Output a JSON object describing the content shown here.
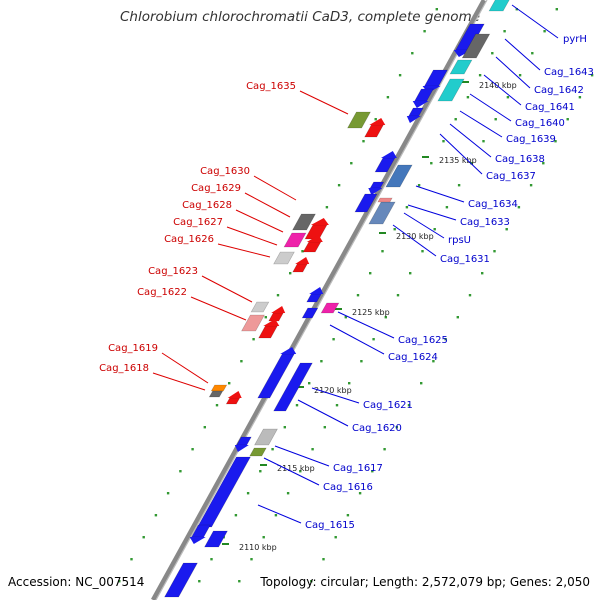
{
  "title": "Chlorobium chlorochromatii CaD3, complete genome",
  "footer": {
    "accession": "Accession: NC_007514",
    "summary": "Topology: circular; Length: 2,572,079 bp; Genes: 2,050"
  },
  "colors": {
    "left_label": "#cc0000",
    "right_label": "#0000cc",
    "leader": "#dd0000",
    "leader_right": "#0000dd",
    "backbone": "#888888",
    "dots": "#339933"
  },
  "ticks": [
    "2110 kbp",
    "2115 kbp",
    "2120 kbp",
    "2125 kbp",
    "2130 kbp",
    "2135 kbp",
    "2140 kbp"
  ],
  "left_labels": [
    "Cag_1635",
    "Cag_1630",
    "Cag_1629",
    "Cag_1628",
    "Cag_1627",
    "Cag_1626",
    "Cag_1623",
    "Cag_1622",
    "Cag_1619",
    "Cag_1618"
  ],
  "right_labels": [
    "pyrH",
    "Cag_1643",
    "Cag_1642",
    "Cag_1641",
    "Cag_1640",
    "Cag_1639",
    "Cag_1638",
    "Cag_1637",
    "Cag_1634",
    "Cag_1633",
    "rpsU",
    "Cag_1631",
    "Cag_1625",
    "Cag_1624",
    "Cag_1621",
    "Cag_1620",
    "Cag_1617",
    "Cag_1616",
    "Cag_1615"
  ]
}
